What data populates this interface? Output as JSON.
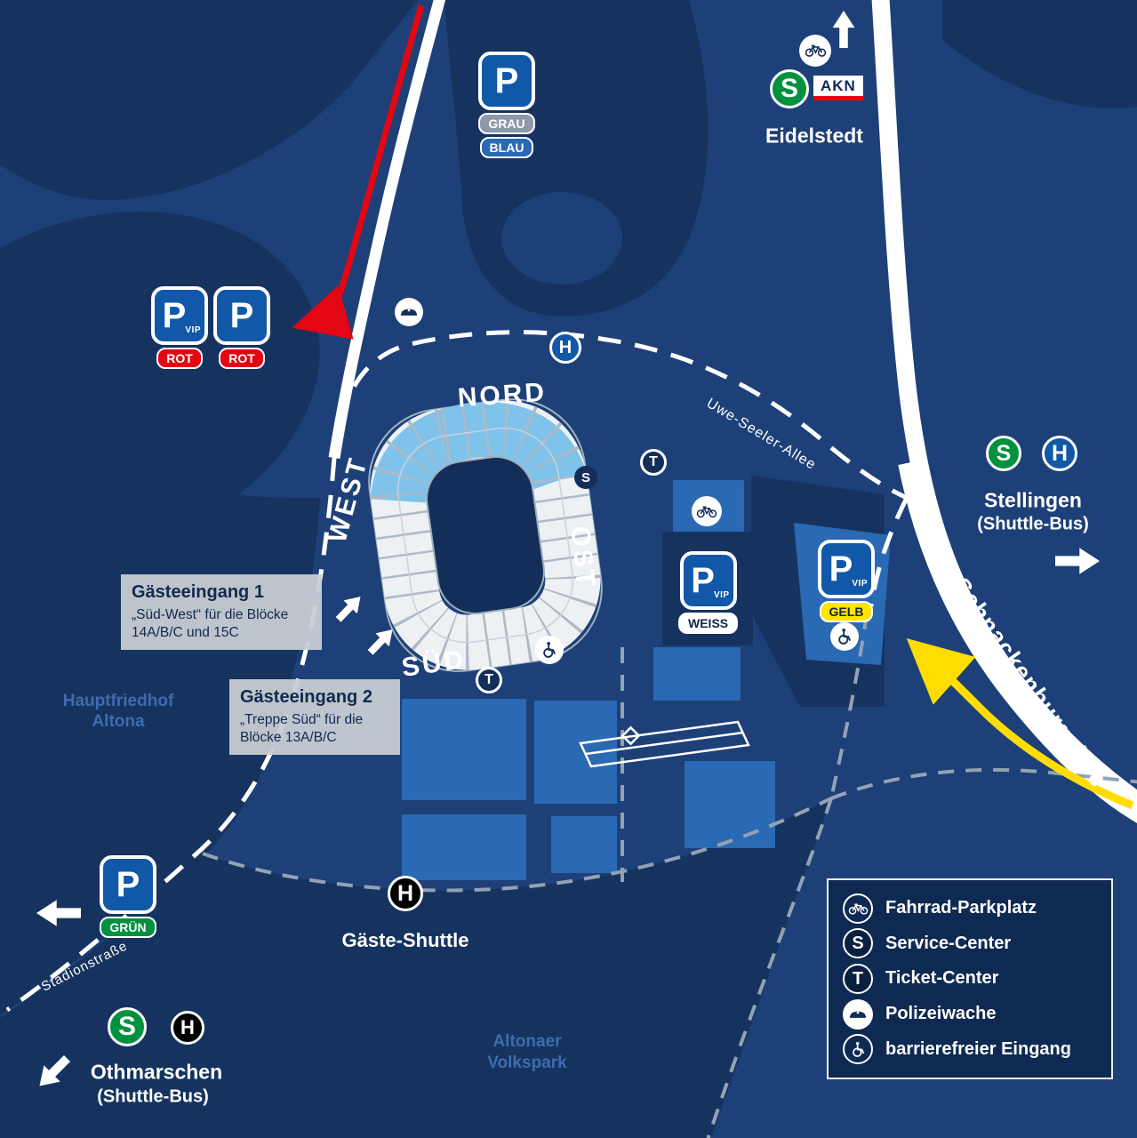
{
  "colors": {
    "base": "#1d4078",
    "dark_area": "#16335f",
    "bright_parking": "#2a69b3",
    "road": "#ffffff",
    "red": "#e30613",
    "yellow": "#ffdd00",
    "sbahn_green": "#00913f",
    "sign_blue": "#1158a8",
    "north_stand_blue": "#7fc3ea"
  },
  "glyphs": {
    "p": "P",
    "vip": "VIP",
    "s": "S",
    "h": "H",
    "t": "T"
  },
  "parking": {
    "grau": "GRAU",
    "blau": "BLAU",
    "rot1": "ROT",
    "rot2": "ROT",
    "weiss": "WEISS",
    "gelb": "GELB",
    "gruen": "GRÜN"
  },
  "stations": {
    "eidelstedt": {
      "name": "Eidelstedt",
      "akn": "AKN"
    },
    "stellingen": {
      "name": "Stellingen",
      "sub": "(Shuttle-Bus)"
    },
    "othmarschen": {
      "name": "Othmarschen",
      "sub": "(Shuttle-Bus)"
    },
    "gaeste_shuttle": "Gäste-Shuttle"
  },
  "stadium": {
    "nord": "NORD",
    "west": "WEST",
    "ost": "OST",
    "sued": "SÜD"
  },
  "streets": {
    "uwe": "Uwe-Seeler-Allee",
    "schnackenburg": "Schnackenburgallee",
    "stadionstrasse": "Stadionstraße"
  },
  "areas": {
    "friedhof1": "Hauptfriedhof",
    "friedhof2": "Altona",
    "volkspark1": "Altonaer",
    "volkspark2": "Volkspark"
  },
  "entrances": {
    "e1": {
      "title": "Gästeeingang 1",
      "line1": "„Süd-West“ für die Blöcke",
      "line2": "14A/B/C und 15C"
    },
    "e2": {
      "title": "Gästeeingang 2",
      "line1": "„Treppe Süd“ für die",
      "line2": "Blöcke 13A/B/C"
    }
  },
  "legend": {
    "items": [
      {
        "icon": "bicycle-icon",
        "label": "Fahrrad-Parkplatz"
      },
      {
        "icon": "sbahn-icon",
        "label": "Service-Center"
      },
      {
        "icon": "ticket-icon",
        "label": "Ticket-Center"
      },
      {
        "icon": "police-icon",
        "label": "Polizeiwache"
      },
      {
        "icon": "wheelchair-icon",
        "label": "barrierefreier Eingang"
      }
    ]
  }
}
